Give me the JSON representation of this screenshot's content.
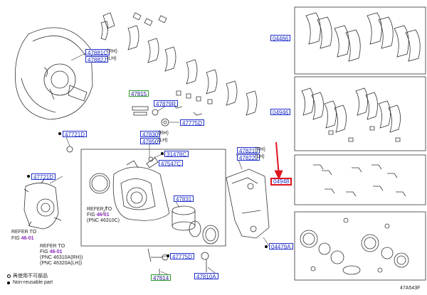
{
  "labels": {
    "l47881c": "47881C",
    "l47882j": "47882J",
    "rh": "(RH)",
    "lh": "(LH)",
    "l47815": "47815",
    "l47879r": "47879R",
    "l47775d_top": "47775D",
    "l47721d_a": "47721D",
    "l47830": "47830",
    "l47850": "47850",
    "l31478c": "31478C",
    "l47547c": "47547C",
    "l47831": "47831",
    "l47821j": "47821J",
    "l47822j": "47822J",
    "l47721d_b": "47721D",
    "l47775d_bottom": "47775D",
    "l47814": "47814",
    "l47810a": "47810A",
    "l04466": "04466",
    "l04946": "04946",
    "l04948": "04948",
    "l04479a": "04479A",
    "ref_caliper_line1": "REFER TO",
    "ref_caliper_fig": "FIG",
    "ref_caliper_num": "46-01",
    "ref_caliper_pnc": "(PNC 46310C)",
    "ref_left_line1": "REFER TO",
    "ref_left_fig": "FIG",
    "ref_left_num": "46-01",
    "ref_knuckle_line1": "REFER TO",
    "ref_knuckle_fig": "FIG",
    "ref_knuckle_num": "46-01",
    "ref_knuckle_pnc1": "(PNC 46310A(RH))",
    "ref_knuckle_pnc2": "(PNC 46320A(LH))",
    "legend_nonreuse_cn": "再使用不可部品",
    "legend_nonreuse_en": "Non-reusable part",
    "diagram_code": "47A543F"
  },
  "colors": {
    "label_blue": "#1f2fc8",
    "label_green_border": "#2a9a2a",
    "highlight_red": "#e0141e",
    "ref_purple": "#8a2ab8"
  }
}
